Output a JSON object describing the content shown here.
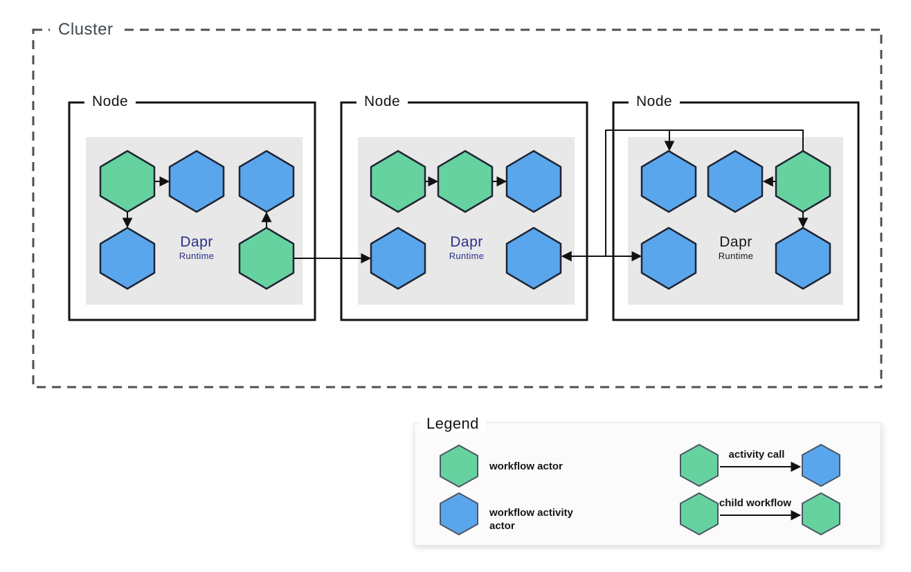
{
  "cluster": {
    "label": "Cluster"
  },
  "nodes": [
    {
      "label": "Node",
      "runtime_title": "Dapr",
      "runtime_subtitle": "Runtime",
      "actors_top": [
        "workflow actor",
        "workflow activity actor",
        "workflow activity actor"
      ],
      "actors_bottom": [
        "workflow activity actor",
        "workflow actor"
      ]
    },
    {
      "label": "Node",
      "runtime_title": "Dapr",
      "runtime_subtitle": "Runtime",
      "actors_top": [
        "workflow actor",
        "workflow actor",
        "workflow activity actor"
      ],
      "actors_bottom": [
        "workflow activity actor",
        "workflow activity actor"
      ]
    },
    {
      "label": "Node",
      "runtime_title": "Dapr",
      "runtime_subtitle": "Runtime",
      "actors_top": [
        "workflow activity actor",
        "workflow activity actor",
        "workflow actor"
      ],
      "actors_bottom": [
        "workflow activity actor",
        "workflow activity actor"
      ]
    }
  ],
  "legend": {
    "title": "Legend",
    "items": [
      {
        "swatch": "workflow-actor-hexagon",
        "label": "workflow actor"
      },
      {
        "swatch": "workflow-activity-actor-hexagon",
        "label": "workflow activity actor"
      }
    ],
    "relations": [
      {
        "label": "activity call",
        "from": "workflow actor",
        "to": "workflow activity actor"
      },
      {
        "label": "child workflow",
        "from": "workflow actor",
        "to": "workflow actor"
      }
    ]
  },
  "colors": {
    "workflow-actor-fill": "#66d2a0",
    "workflow-activity-fill": "#5aa6ed",
    "hex-stroke": "#1f2533",
    "legend-hex-stroke": "#4b5563",
    "arrow-color": "#111111",
    "node-stroke": "#111111",
    "cluster-stroke": "#4f4f4f",
    "panel-fill": "#e8e8e8",
    "dapr-text": "#2b2e87",
    "dapr-text-alt": "#17181c",
    "cluster-label-text": "#3f464d",
    "label-text": "#121418",
    "legend-bg": "#fbfbfb",
    "legend-border": "#e4e6e9"
  }
}
